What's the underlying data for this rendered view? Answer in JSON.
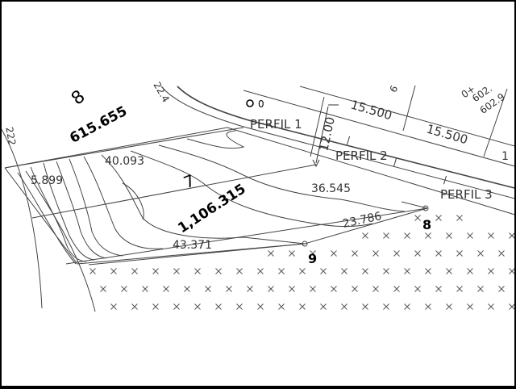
{
  "colors": {
    "background": "#ffffff",
    "frame": "#000000",
    "linework": "#444444",
    "text": "#333333",
    "bold_text": "#000000"
  },
  "lot_labels": {
    "lot_a_number": "8",
    "lot_a_area": "615.655",
    "lot_b_number": "7",
    "lot_b_area": "1,106.315"
  },
  "profiles": [
    "PERFIL 1",
    "PERFIL 2",
    "PERFIL 3"
  ],
  "dimensions": {
    "offset": "12.00",
    "top_1": "15.500",
    "top_2": "15.500",
    "side_1": "40.093",
    "side_2": "36.545",
    "side_3": "5.899",
    "side_4": "23.786",
    "side_5": "43.371"
  },
  "points": {
    "p0": "0",
    "p8": "8",
    "p9": "9"
  },
  "partial_labels": {
    "left_edge": "222",
    "top_contour": "22.4",
    "station_1": "0+",
    "station_2": "602.",
    "station_3": "602.9",
    "cut_top": "6",
    "right_edge": "1"
  },
  "slash_marks": [
    "/",
    "/",
    "/"
  ]
}
